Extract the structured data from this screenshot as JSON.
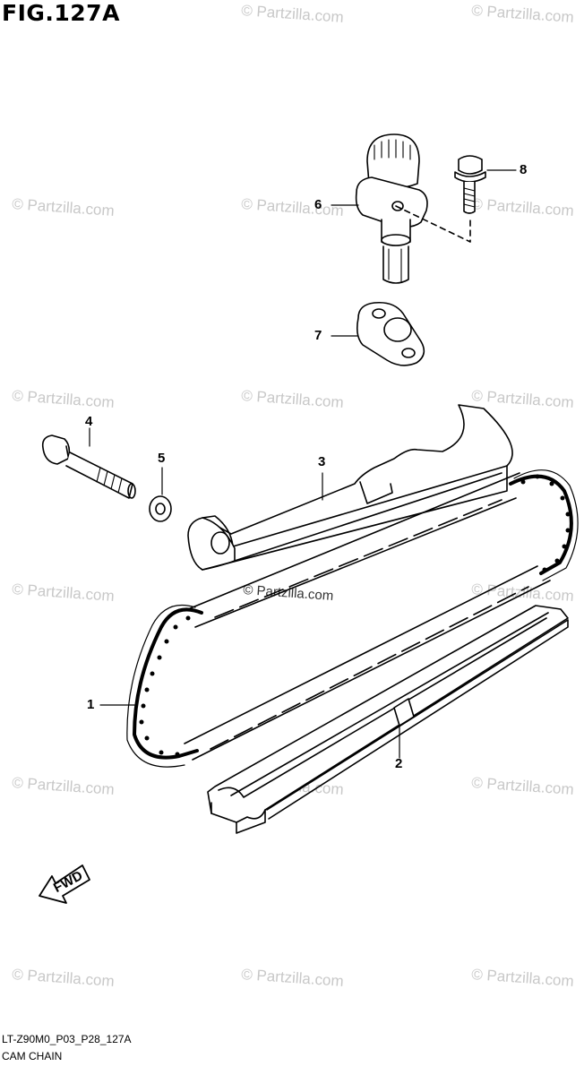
{
  "figure": {
    "title": "FIG.127A"
  },
  "watermark": {
    "text": "© Partzilla.com",
    "center_text": "© Partzilla.com"
  },
  "callouts": {
    "c1": "1",
    "c2": "2",
    "c3": "3",
    "c4": "4",
    "c5": "5",
    "c6": "6",
    "c7": "7",
    "c8": "8"
  },
  "direction": {
    "label": "FWD"
  },
  "footer": {
    "code": "LT-Z90M0_P03_P28_127A",
    "name": "CAM CHAIN"
  },
  "parts_icons": {
    "1": "cam-chain-icon",
    "2": "chain-guide-icon",
    "3": "tensioner-guide-icon",
    "4": "bolt-icon",
    "5": "washer-icon",
    "6": "chain-tensioner-icon",
    "7": "gasket-icon",
    "8": "tensioner-bolt-icon"
  }
}
